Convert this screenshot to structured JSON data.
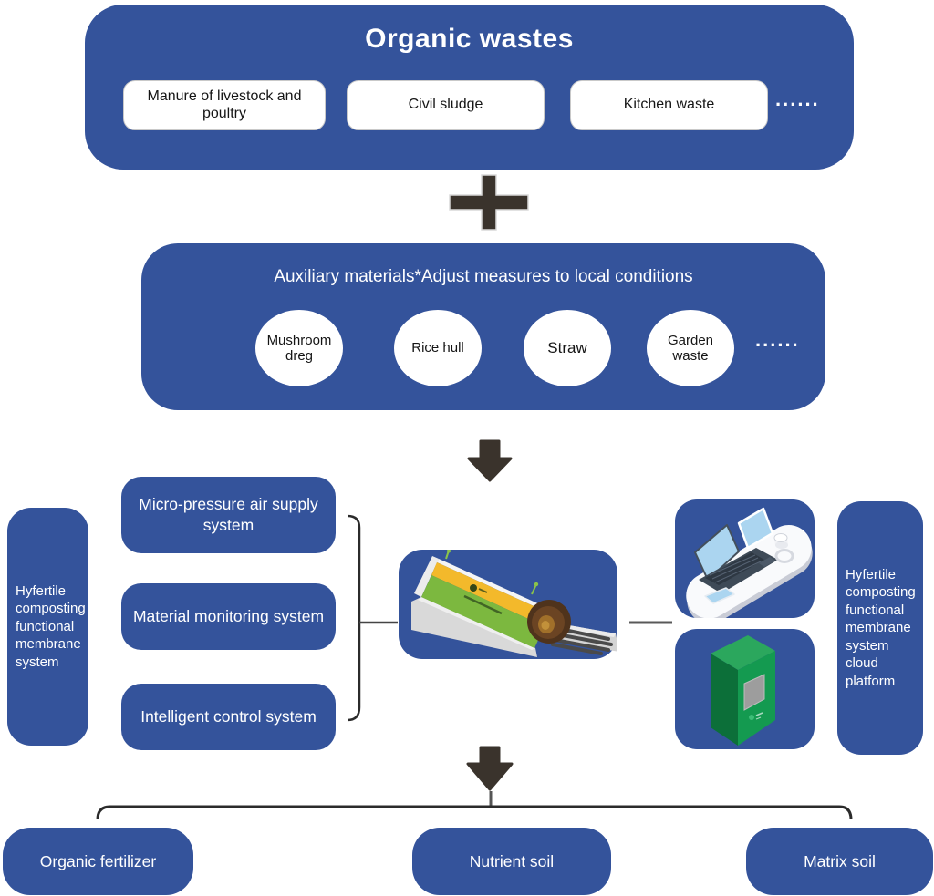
{
  "colors": {
    "box_blue": "#34539b",
    "arrow_dark": "#3a332c",
    "line_dark": "#2b2b2b",
    "machine_yellow": "#f3b92b",
    "machine_green": "#7cb83f",
    "cabinet_green": "#149a50",
    "screen_blue": "#abd5f0"
  },
  "top": {
    "title": "Organic wastes",
    "items": [
      "Manure of livestock and poultry",
      "Civil sludge",
      "Kitchen waste"
    ],
    "more": "......"
  },
  "auxiliary": {
    "title": "Auxiliary materials*Adjust measures to local conditions",
    "items": [
      "Mushroom dreg",
      "Rice hull",
      "Straw",
      "Garden waste"
    ],
    "more": "......"
  },
  "left_system": {
    "label": "Hyfertile composting functional membrane system"
  },
  "subsystems": [
    {
      "label": "Micro-pressure air supply system"
    },
    {
      "label": "Material monitoring system"
    },
    {
      "label": "Intelligent control system"
    }
  ],
  "right_system": {
    "label": "Hyfertile composting functional membrane system cloud platform"
  },
  "outputs": [
    {
      "label": "Organic fertilizer"
    },
    {
      "label": "Nutrient soil"
    },
    {
      "label": "Matrix soil"
    }
  ],
  "icons": {
    "plus": "plus-icon",
    "down_arrow": "down-arrow-icon",
    "machine": "composting-machine-illustration",
    "devices": "monitoring-devices-illustration",
    "cabinet": "control-cabinet-illustration"
  }
}
